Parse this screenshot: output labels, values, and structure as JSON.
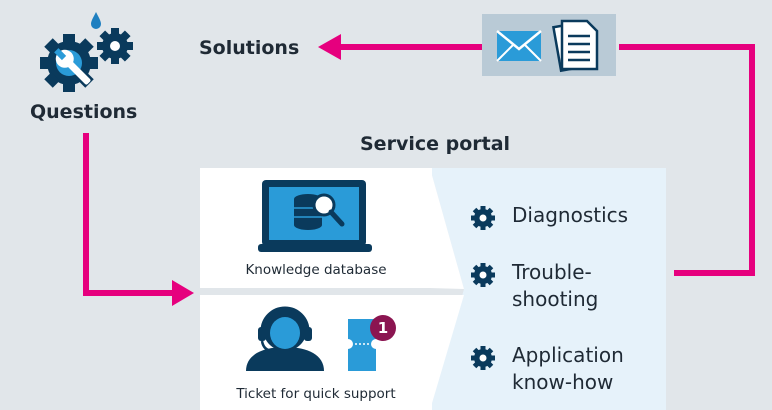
{
  "questions_label": "Questions",
  "solutions_label": "Solutions",
  "service_portal": {
    "title": "Service portal",
    "knowledge_database": "Knowledge database",
    "ticket_caption": "Ticket for quick support",
    "ticket_badge": "1",
    "features": [
      {
        "line1": "Diagnostics",
        "line2": ""
      },
      {
        "line1": "Trouble-",
        "line2": "shooting"
      },
      {
        "line1": "Application",
        "line2": "know-how"
      }
    ]
  },
  "colors": {
    "background": "#e1e6ea",
    "accent_arrow": "#e6007e",
    "brand_blue": "#0a3a5c",
    "panel_light": "#e6f2fa",
    "badge": "#8b1551"
  },
  "icons": [
    "gears-wrench-icon",
    "envelope-icon",
    "document-icon",
    "database-laptop-icon",
    "support-agent-icon",
    "ticket-icon",
    "gear-bullet-icon"
  ]
}
